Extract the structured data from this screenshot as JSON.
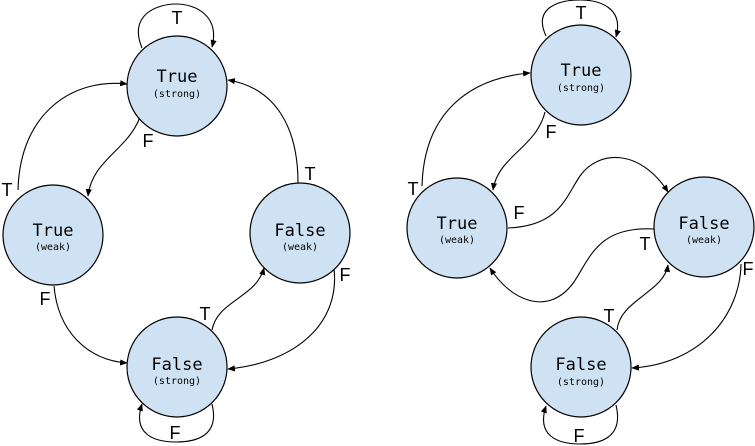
{
  "states": {
    "strong_true": {
      "name": "True",
      "sub": "(strong)"
    },
    "weak_true": {
      "name": "True",
      "sub": "(weak)"
    },
    "weak_false": {
      "name": "False",
      "sub": "(weak)"
    },
    "strong_false": {
      "name": "False",
      "sub": "(strong)"
    }
  },
  "labels": {
    "taken": "T",
    "not_taken": "F"
  },
  "colors": {
    "node_fill": "#cfe2f3",
    "stroke": "#000000"
  },
  "diagrams": [
    {
      "id": "left",
      "transitions": [
        {
          "from": "strong_true",
          "to": "strong_true",
          "label": "T"
        },
        {
          "from": "strong_true",
          "to": "weak_true",
          "label": "F"
        },
        {
          "from": "weak_true",
          "to": "strong_true",
          "label": "T"
        },
        {
          "from": "weak_true",
          "to": "strong_false",
          "label": "F"
        },
        {
          "from": "weak_false",
          "to": "strong_true",
          "label": "T"
        },
        {
          "from": "weak_false",
          "to": "strong_false",
          "label": "F"
        },
        {
          "from": "strong_false",
          "to": "weak_false",
          "label": "T"
        },
        {
          "from": "strong_false",
          "to": "strong_false",
          "label": "F"
        }
      ]
    },
    {
      "id": "right",
      "transitions": [
        {
          "from": "strong_true",
          "to": "strong_true",
          "label": "T"
        },
        {
          "from": "strong_true",
          "to": "weak_true",
          "label": "F"
        },
        {
          "from": "weak_true",
          "to": "strong_true",
          "label": "T"
        },
        {
          "from": "weak_true",
          "to": "weak_false",
          "label": "F"
        },
        {
          "from": "weak_false",
          "to": "weak_true",
          "label": "T"
        },
        {
          "from": "weak_false",
          "to": "strong_false",
          "label": "F"
        },
        {
          "from": "strong_false",
          "to": "weak_false",
          "label": "T"
        },
        {
          "from": "strong_false",
          "to": "strong_false",
          "label": "F"
        }
      ]
    }
  ]
}
